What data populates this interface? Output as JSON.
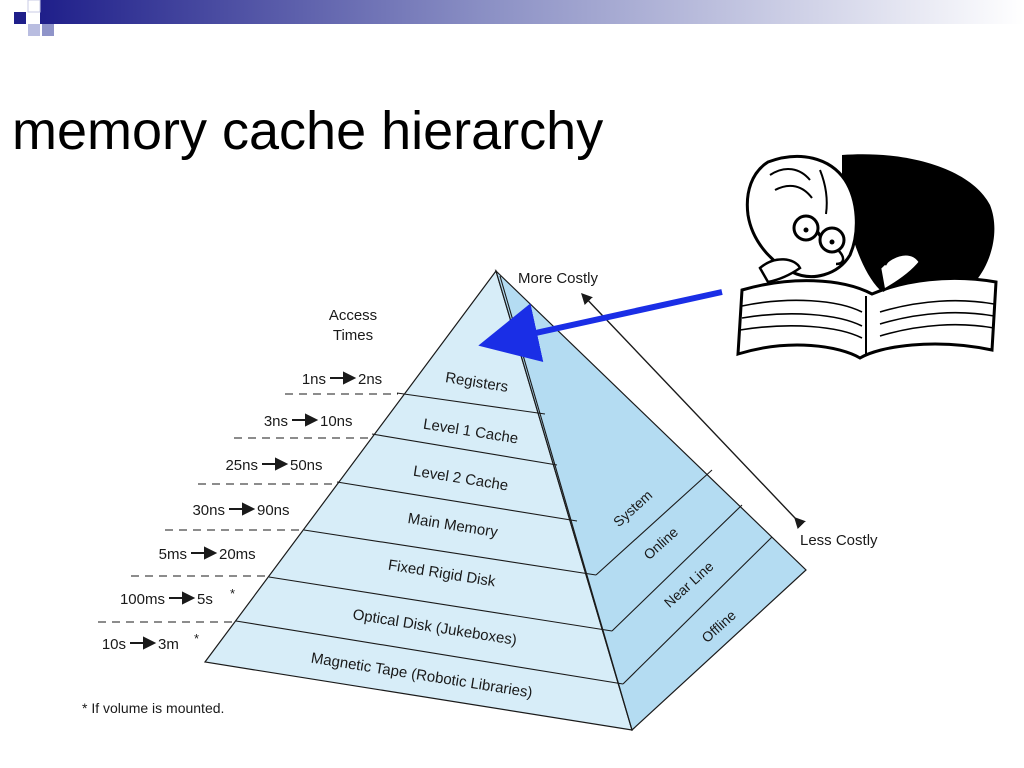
{
  "slide": {
    "title": "memory cache hierarchy"
  },
  "colors": {
    "pyramid_front": "#d7edf8",
    "pyramid_side": "#b4dcf2",
    "outline": "#1a1a1a",
    "arrow": "#1a2ee6",
    "bar_dark": "#1f1f8a"
  },
  "diagram": {
    "access_times_heading": [
      "Access",
      "Times"
    ],
    "layers": [
      {
        "name": "Registers",
        "time_from": "1ns",
        "time_to": "2ns"
      },
      {
        "name": "Level 1 Cache",
        "time_from": "3ns",
        "time_to": "10ns"
      },
      {
        "name": "Level 2 Cache",
        "time_from": "25ns",
        "time_to": "50ns"
      },
      {
        "name": "Main Memory",
        "time_from": "30ns",
        "time_to": "90ns"
      },
      {
        "name": "Fixed Rigid Disk",
        "time_from": "5ms",
        "time_to": "20ms"
      },
      {
        "name": "Optical Disk (Jukeboxes)",
        "time_from": "100ms",
        "time_to": "5s",
        "asterisk": "*"
      },
      {
        "name": "Magnetic Tape (Robotic Libraries)",
        "time_from": "10s",
        "time_to": "3m",
        "asterisk": "*"
      }
    ],
    "side_labels": [
      "System",
      "Online",
      "Near Line",
      "Offline"
    ],
    "more_costly": "More Costly",
    "less_costly": "Less Costly",
    "footnote": "* If volume is mounted."
  },
  "clipart": {
    "icon": "reading-professor-icon"
  }
}
